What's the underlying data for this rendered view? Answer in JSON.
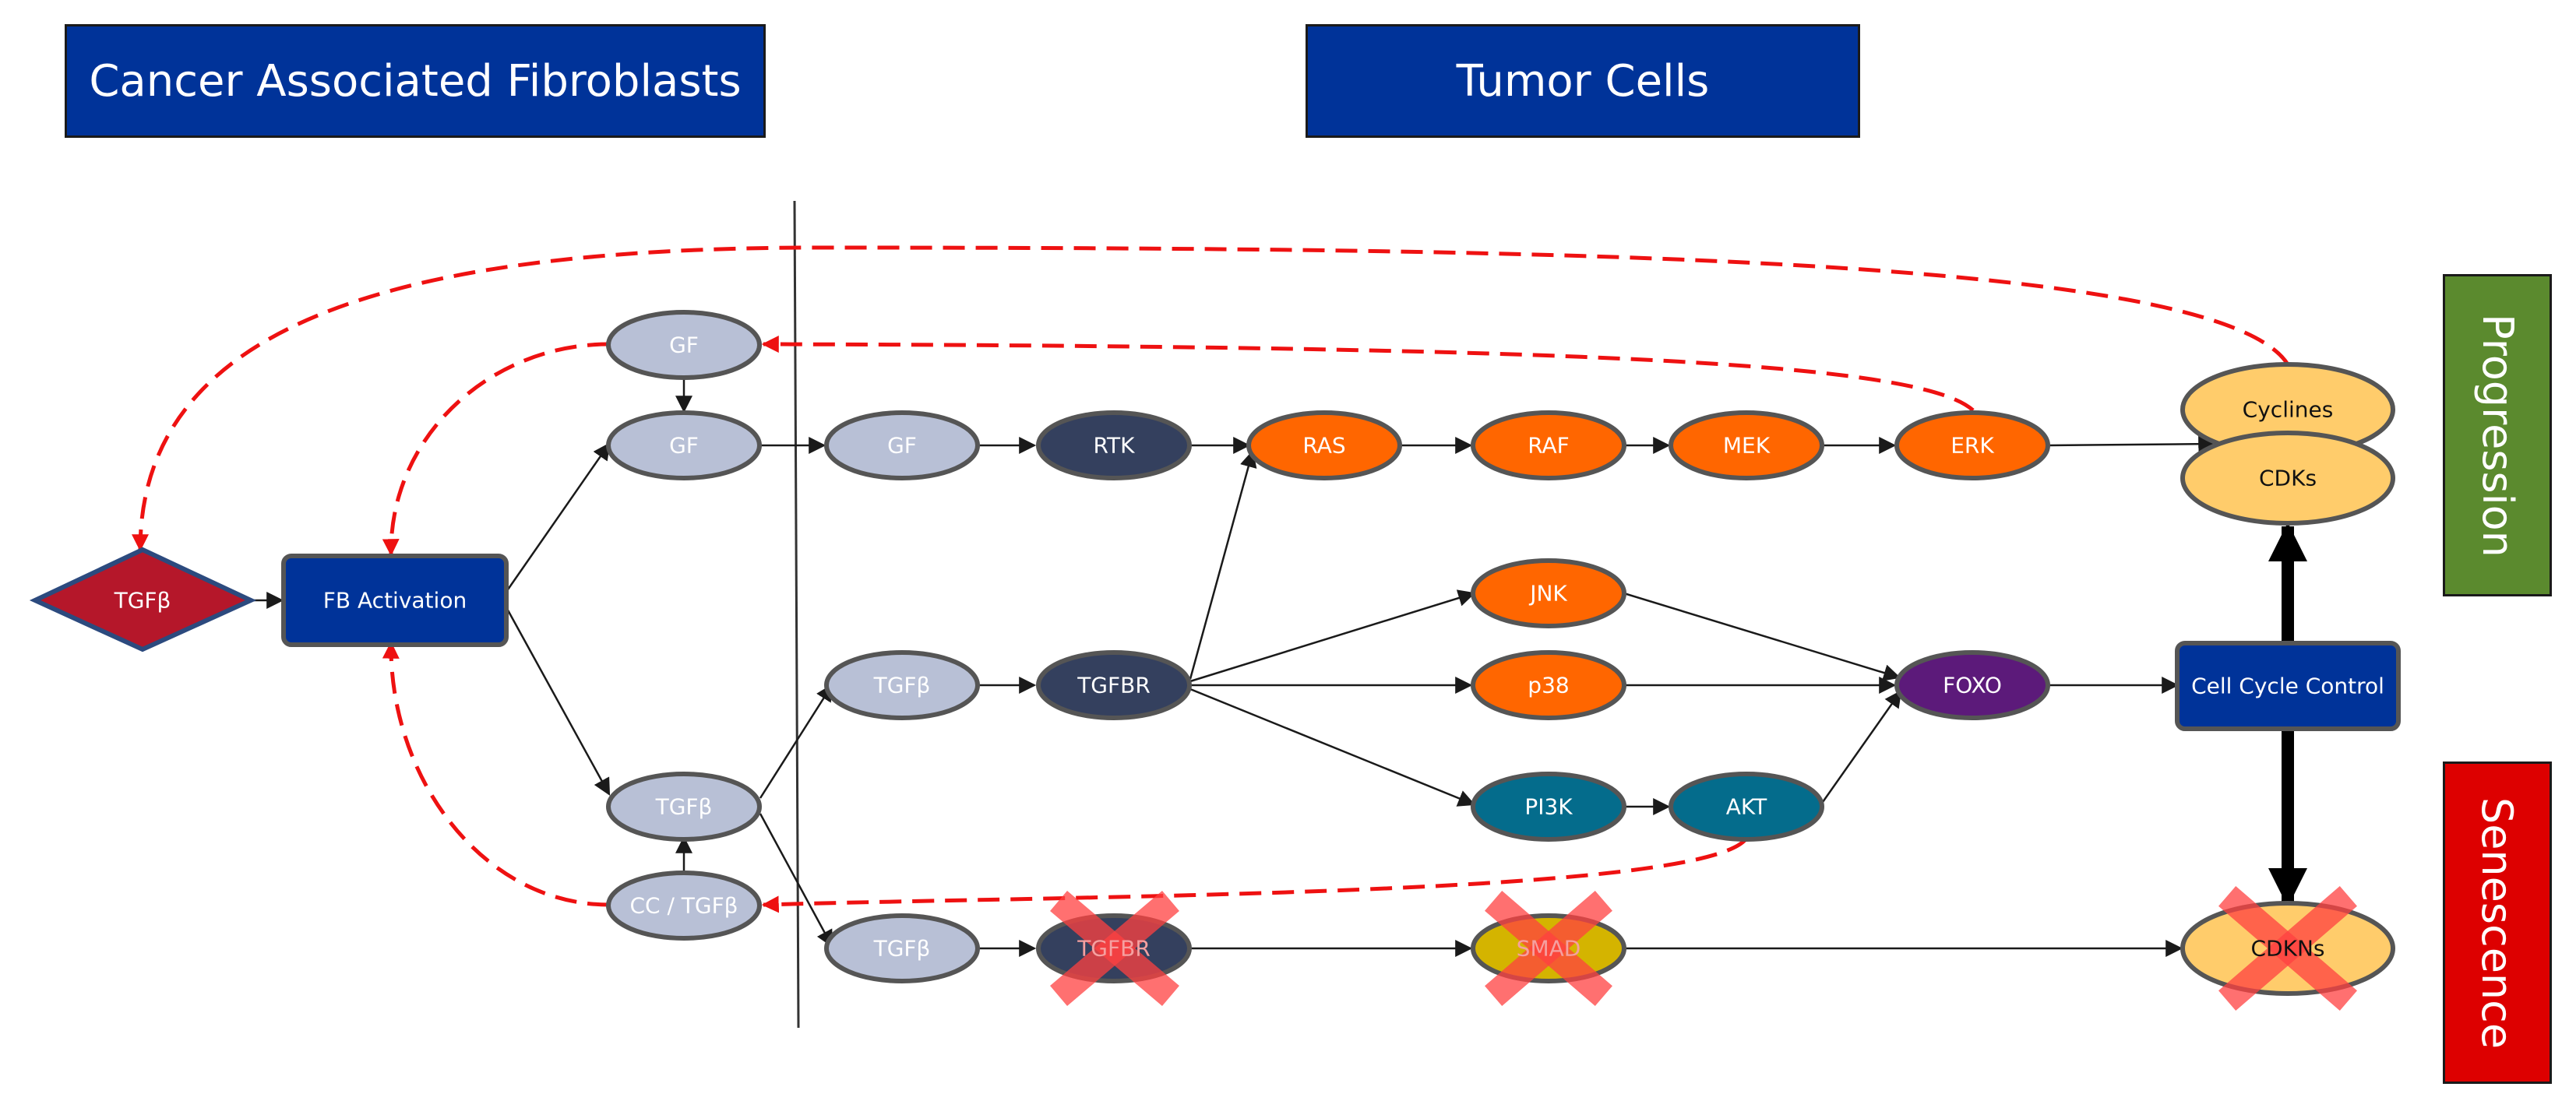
{
  "headers": {
    "caf": "Cancer Associated Fibroblasts",
    "tumor": "Tumor Cells"
  },
  "sides": {
    "progression": {
      "label": "Progression",
      "color": "#5b8a2e"
    },
    "senescence": {
      "label": "Senescence",
      "color": "#dd0000"
    }
  },
  "colors": {
    "navy": "#003399",
    "lavender": "#b8c0d6",
    "slate": "#34405e",
    "orange": "#ff6600",
    "teal": "#046c8c",
    "purple": "#5c1a7a",
    "light_orange": "#ffcc6b",
    "yellow": "#d4b400",
    "crimson": "#b5172a",
    "red_dashed": "#ee1111",
    "cross": "#ff4040"
  },
  "nodes": {
    "tgfb_caf": "TGFβ",
    "fb_activation": "FB Activation",
    "gf_top": "GF",
    "gf_mid": "GF",
    "tgfb_caf2": "TGFβ",
    "cc_tgfb": "CC / TGFβ",
    "gf_tumor": "GF",
    "rtk": "RTK",
    "ras": "RAS",
    "raf": "RAF",
    "mek": "MEK",
    "erk": "ERK",
    "cyclines": "Cyclines",
    "cdks": "CDKs",
    "jnk": "JNK",
    "p38": "p38",
    "pi3k": "PI3K",
    "akt": "AKT",
    "foxo": "FOXO",
    "cell_cycle_control": "Cell Cycle Control",
    "tgfb_tumor": "TGFβ",
    "tgfbr": "TGFBR",
    "tgfb_tumor2": "TGFβ",
    "tgfbr2": "TGFBR",
    "smad": "SMAD",
    "cdkns": "CDKNs"
  }
}
